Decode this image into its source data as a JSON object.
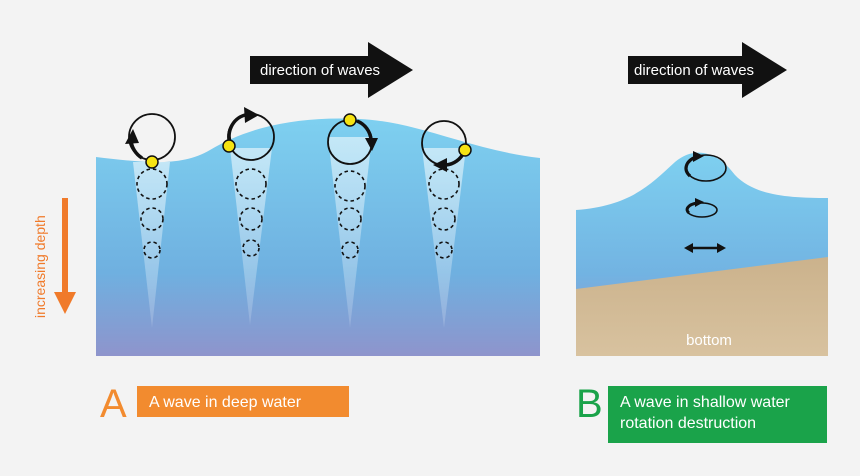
{
  "colors": {
    "water_top": "#7ed0f0",
    "water_bottom": "#8e94cc",
    "sand": "#d5bd97",
    "label_a": "#f28b2f",
    "label_b": "#1aa34a",
    "depth_arrow": "#f07a2a",
    "particle": "#f6e312"
  },
  "panel_a": {
    "arrow_label": "direction of waves",
    "side_label": "increasing depth",
    "letter": "A",
    "caption": "A wave in deep water"
  },
  "panel_b": {
    "arrow_label": "direction of waves",
    "bottom_label": "bottom",
    "letter": "B",
    "caption_line1": "A wave in shallow water",
    "caption_line2": "rotation destruction"
  }
}
